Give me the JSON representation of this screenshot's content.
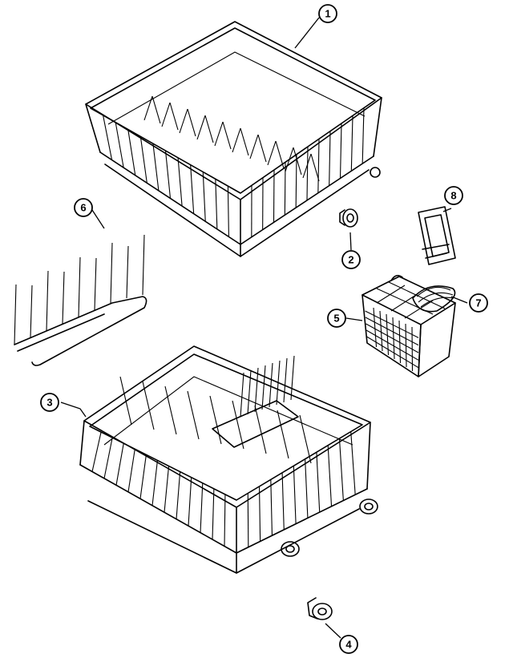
{
  "diagram": {
    "callouts": [
      {
        "id": "c1",
        "label": "1"
      },
      {
        "id": "c2",
        "label": "2"
      },
      {
        "id": "c3",
        "label": "3"
      },
      {
        "id": "c4",
        "label": "4"
      },
      {
        "id": "c5",
        "label": "5"
      },
      {
        "id": "c6",
        "label": "6"
      },
      {
        "id": "c7",
        "label": "7"
      },
      {
        "id": "c8",
        "label": "8"
      }
    ]
  },
  "colors": {
    "ink": "#000000",
    "background": "#ffffff"
  }
}
